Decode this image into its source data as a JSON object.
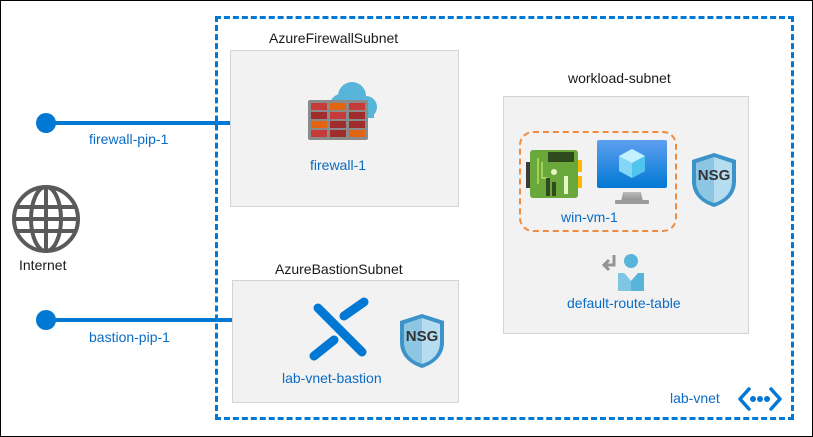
{
  "diagram": {
    "internet": {
      "label": "Internet",
      "icon": "globe-icon"
    },
    "public_ips": [
      {
        "label": "firewall-pip-1",
        "icon": "public-ip-dot"
      },
      {
        "label": "bastion-pip-1",
        "icon": "public-ip-dot"
      }
    ],
    "vnet": {
      "label": "lab-vnet",
      "icon": "vnet-icon"
    },
    "subnets": {
      "firewall": {
        "title": "AzureFirewallSubnet",
        "resource": "firewall-1",
        "icon": "firewall-icon"
      },
      "bastion": {
        "title": "AzureBastionSubnet",
        "resource": "lab-vnet-bastion",
        "icon": "bastion-icon",
        "nsg_label": "NSG"
      },
      "workload": {
        "title": "workload-subnet",
        "vm": "win-vm-1",
        "route_table": "default-route-table",
        "nsg_label": "NSG"
      }
    },
    "colors": {
      "accent": "#0078d4",
      "vm_group_border": "#f08a3c",
      "subnet_bg": "#f2f2f2"
    }
  }
}
